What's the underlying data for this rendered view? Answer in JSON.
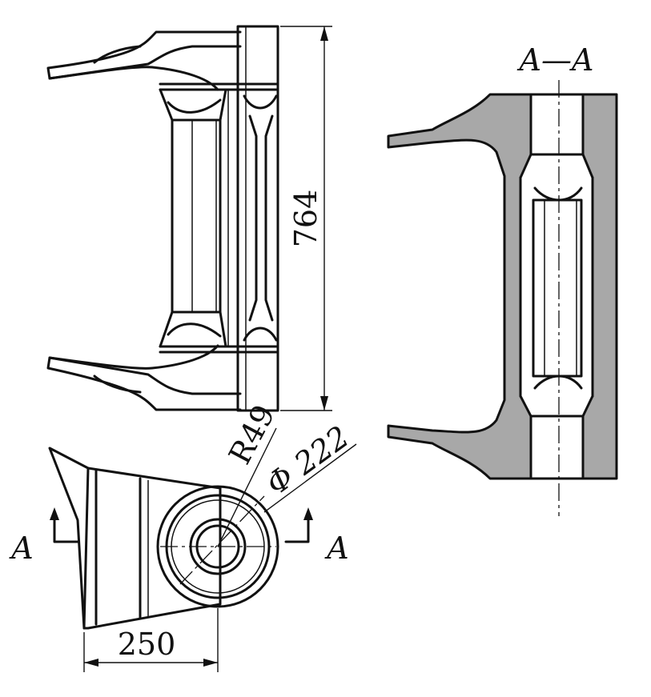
{
  "labels": {
    "height_dim": "764",
    "width_dim": "250",
    "radius_dim": "R49",
    "diameter_dim": "Φ 222",
    "section_title": "A—A",
    "section_mark_left": "A",
    "section_mark_right": "A"
  }
}
